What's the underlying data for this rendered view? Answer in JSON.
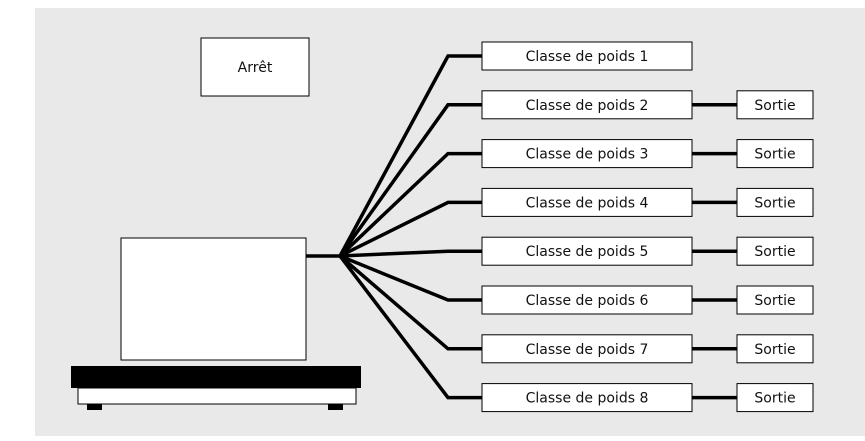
{
  "stop_label": "Arrêt",
  "weight_classes": [
    {
      "label": "Classe de poids 1",
      "output": null
    },
    {
      "label": "Classe de poids 2",
      "output": "Sortie"
    },
    {
      "label": "Classe de poids 3",
      "output": "Sortie"
    },
    {
      "label": "Classe de poids 4",
      "output": "Sortie"
    },
    {
      "label": "Classe de poids 5",
      "output": "Sortie"
    },
    {
      "label": "Classe de poids 6",
      "output": "Sortie"
    },
    {
      "label": "Classe de poids 7",
      "output": "Sortie"
    },
    {
      "label": "Classe de poids 8",
      "output": "Sortie"
    }
  ],
  "colors": {
    "background": "#e9e9e9",
    "box_fill": "#ffffff",
    "line": "#000000"
  }
}
